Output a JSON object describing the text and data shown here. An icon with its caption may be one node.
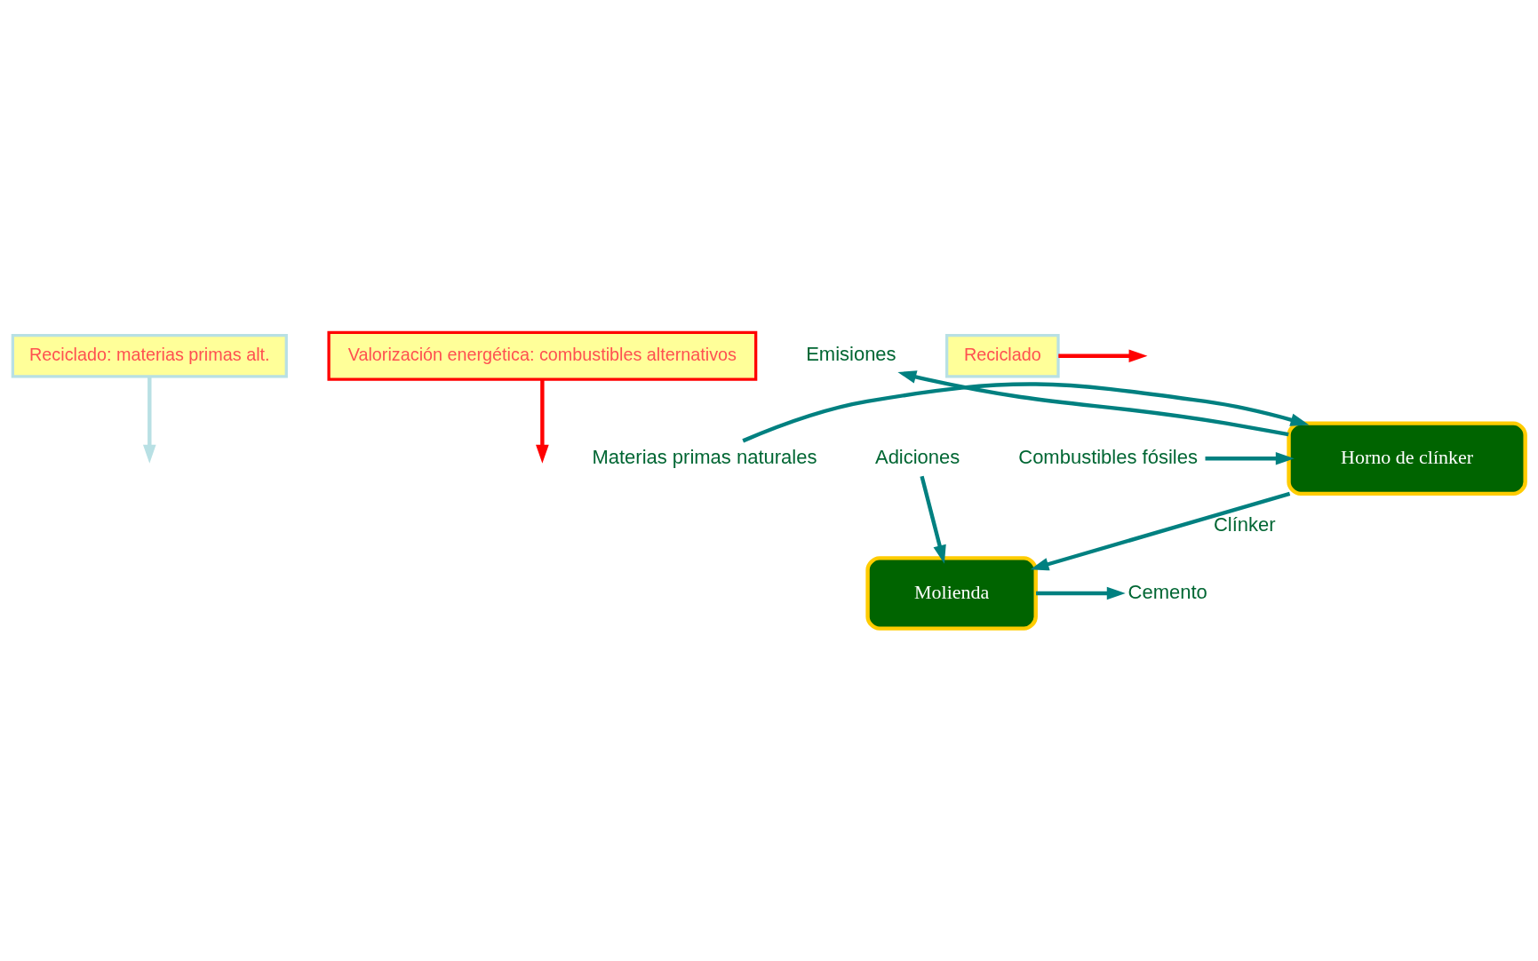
{
  "diagram": {
    "nodes": [
      {
        "text": [
          "Reciclado: materias primas alt."
        ]
      },
      {
        "text": [
          "Valorización energética: combustibles alternativos"
        ]
      },
      {
        "text": [
          "Materias primas naturales"
        ]
      },
      {
        "text": [
          "Horno de clínker"
        ]
      },
      {
        "text": [
          "Emisiones"
        ]
      },
      {
        "text": [
          "Combustibles fósiles"
        ]
      },
      {
        "text": [
          "Molienda"
        ]
      },
      {
        "text": [
          "Cemento"
        ]
      },
      {
        "text": [
          "Reciclado"
        ]
      },
      {
        "text": [
          "Adiciones"
        ]
      }
    ],
    "edges": [
      {
        "from": 0,
        "to": null,
        "arrow": "to",
        "color": "#b8e0e4"
      },
      {
        "from": 2,
        "to": 3,
        "arrow": "to"
      },
      {
        "from": 3,
        "to": 4,
        "arrow": "to"
      },
      {
        "from": 1,
        "to": null,
        "arrow": "to",
        "color": "#ff0000"
      },
      {
        "from": 5,
        "to": 3,
        "arrow": "to"
      },
      {
        "from": 3,
        "to": 6,
        "label": "Clínker",
        "arrow": "to"
      },
      {
        "from": 6,
        "to": 7,
        "arrow": "to"
      },
      {
        "from": 8,
        "to": null,
        "arrow": "to",
        "color": "#ff0000"
      },
      {
        "from": 9,
        "to": 6,
        "arrow": "to"
      }
    ]
  }
}
